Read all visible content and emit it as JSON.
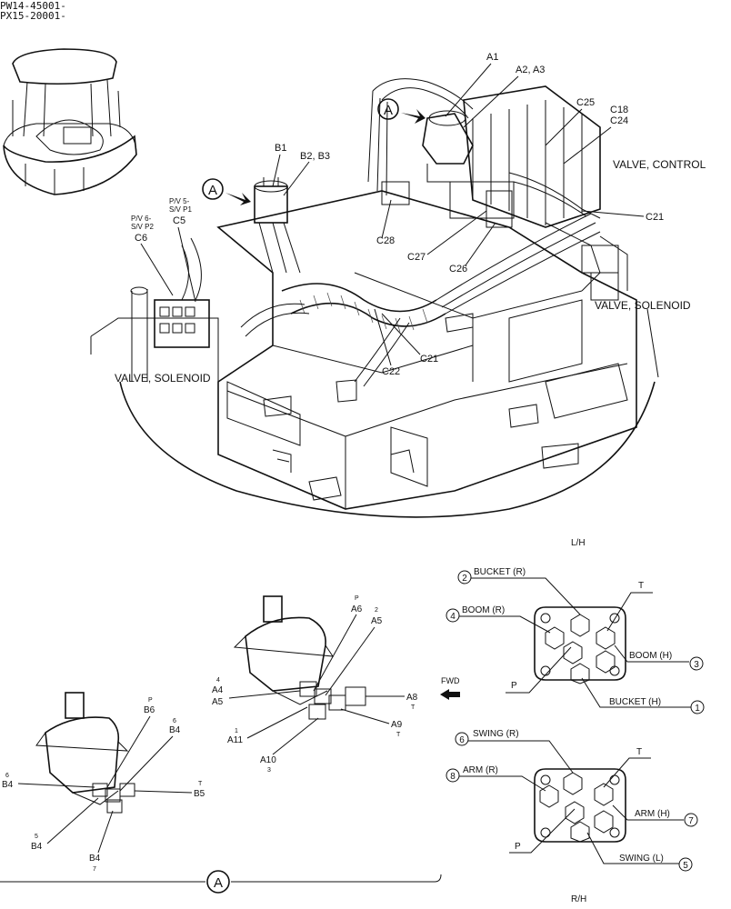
{
  "serials": [
    "PW14-45001-",
    "PX15-20001-"
  ],
  "view_marker": "A",
  "top_labels": {
    "a1": "A1",
    "a2a3": "A2, A3",
    "b1": "B1",
    "b2b3": "B2, B3",
    "c25": "C25",
    "c18": "C18",
    "c24": "C24",
    "valve_control": "VALVE, CONTROL",
    "c21a": "C21",
    "pv5_line1": "P/V 5-",
    "pv5_line2": "S/V P1",
    "c5": "C5",
    "pv6_line1": "P/V 6-",
    "pv6_line2": "S/V P2",
    "c6": "C6",
    "c28": "C28",
    "c27": "C27",
    "c26": "C26",
    "valve_solenoid_right": "VALVE, SOLENOID",
    "c21b": "C21",
    "c22": "C22",
    "valve_solenoid_left": "VALVE, SOLENOID"
  },
  "detail_a": {
    "right_valve": {
      "p": "P",
      "a6": "A6",
      "n2": "2",
      "a5a": "A5",
      "n4": "4",
      "a4": "A4",
      "a5b": "A5",
      "a8": "A8",
      "t1": "T",
      "n1": "1",
      "a11": "A11",
      "a9": "A9",
      "t2": "T",
      "a10": "A10",
      "n3": "3"
    },
    "left_valve": {
      "p": "P",
      "b6": "B6",
      "n6a": "6",
      "b4a": "B4",
      "n6b": "6",
      "b4b": "B4",
      "t": "T",
      "b5": "B5",
      "n5": "5",
      "b4c": "B4",
      "b4d": "B4",
      "n7": "7"
    },
    "fwd": "FWD"
  },
  "lh_pattern": {
    "title": "L/H",
    "bucket_r": "BUCKET (R)",
    "bucket_r_num": "2",
    "boom_r": "BOOM (R)",
    "boom_r_num": "4",
    "t": "T",
    "boom_h": "BOOM (H)",
    "boom_h_num": "3",
    "p": "P",
    "bucket_h": "BUCKET (H)",
    "bucket_h_num": "1"
  },
  "rh_pattern": {
    "title": "R/H",
    "swing_r": "SWING (R)",
    "swing_r_num": "6",
    "t": "T",
    "arm_r": "ARM (R)",
    "arm_r_num": "8",
    "arm_h": "ARM (H)",
    "arm_h_num": "7",
    "p": "P",
    "swing_l": "SWING (L)",
    "swing_l_num": "5"
  }
}
